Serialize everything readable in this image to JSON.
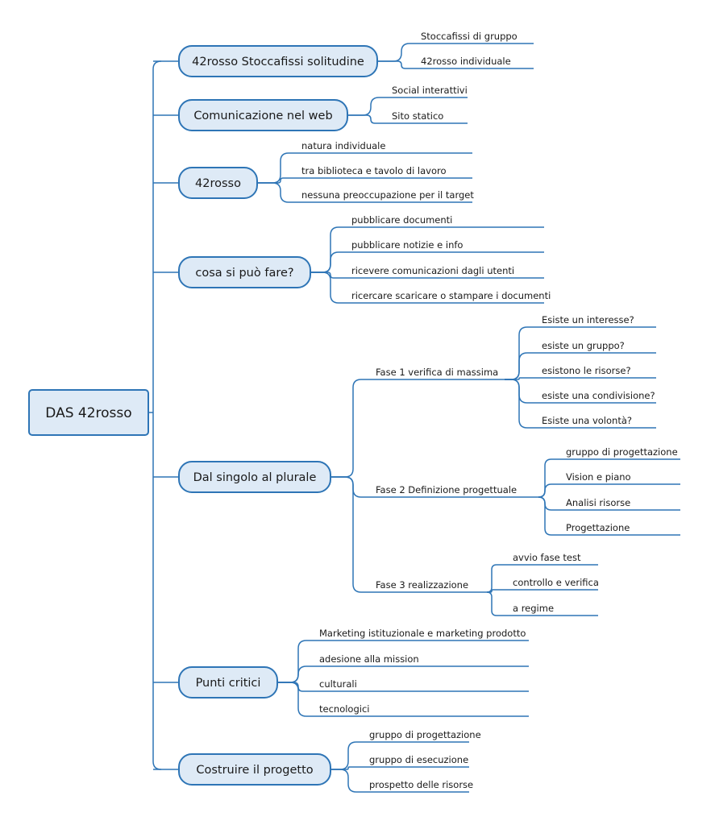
{
  "root": {
    "label": "DAS 42rosso"
  },
  "branches": [
    {
      "label": "42rosso Stoccafissi solitudine",
      "children": [
        {
          "label": "Stoccafissi di gruppo"
        },
        {
          "label": "42rosso individuale"
        }
      ]
    },
    {
      "label": "Comunicazione nel web",
      "children": [
        {
          "label": "Social interattivi"
        },
        {
          "label": "Sito statico"
        }
      ]
    },
    {
      "label": "42rosso",
      "children": [
        {
          "label": "natura individuale"
        },
        {
          "label": "tra biblioteca e tavolo di lavoro"
        },
        {
          "label": "nessuna preoccupazione per il target"
        }
      ]
    },
    {
      "label": "cosa si può fare?",
      "children": [
        {
          "label": "pubblicare documenti"
        },
        {
          "label": "pubblicare notizie e info"
        },
        {
          "label": "ricevere comunicazioni dagli utenti"
        },
        {
          "label": "ricercare scaricare o stampare i documenti"
        }
      ]
    },
    {
      "label": "Dal singolo al plurale",
      "children": [
        {
          "label": "Fase 1 verifica di massima",
          "children": [
            {
              "label": "Esiste un interesse?"
            },
            {
              "label": "esiste un gruppo?"
            },
            {
              "label": "esistono le risorse?"
            },
            {
              "label": "esiste una condivisione?"
            },
            {
              "label": "Esiste una volontà?"
            }
          ]
        },
        {
          "label": "Fase 2 Definizione progettuale",
          "children": [
            {
              "label": "gruppo di progettazione"
            },
            {
              "label": "Vision e piano"
            },
            {
              "label": "Analisi risorse"
            },
            {
              "label": "Progettazione"
            }
          ]
        },
        {
          "label": "Fase 3 realizzazione",
          "children": [
            {
              "label": "avvio fase test"
            },
            {
              "label": "controllo e verifica"
            },
            {
              "label": "a regime"
            }
          ]
        }
      ]
    },
    {
      "label": "Punti critici",
      "children": [
        {
          "label": "Marketing istituzionale e marketing prodotto"
        },
        {
          "label": "adesione alla mission"
        },
        {
          "label": "culturali"
        },
        {
          "label": "tecnologici"
        }
      ]
    },
    {
      "label": "Costruire il progetto",
      "children": [
        {
          "label": "gruppo di progettazione"
        },
        {
          "label": "gruppo di esecuzione"
        },
        {
          "label": "prospetto delle risorse"
        }
      ]
    }
  ]
}
